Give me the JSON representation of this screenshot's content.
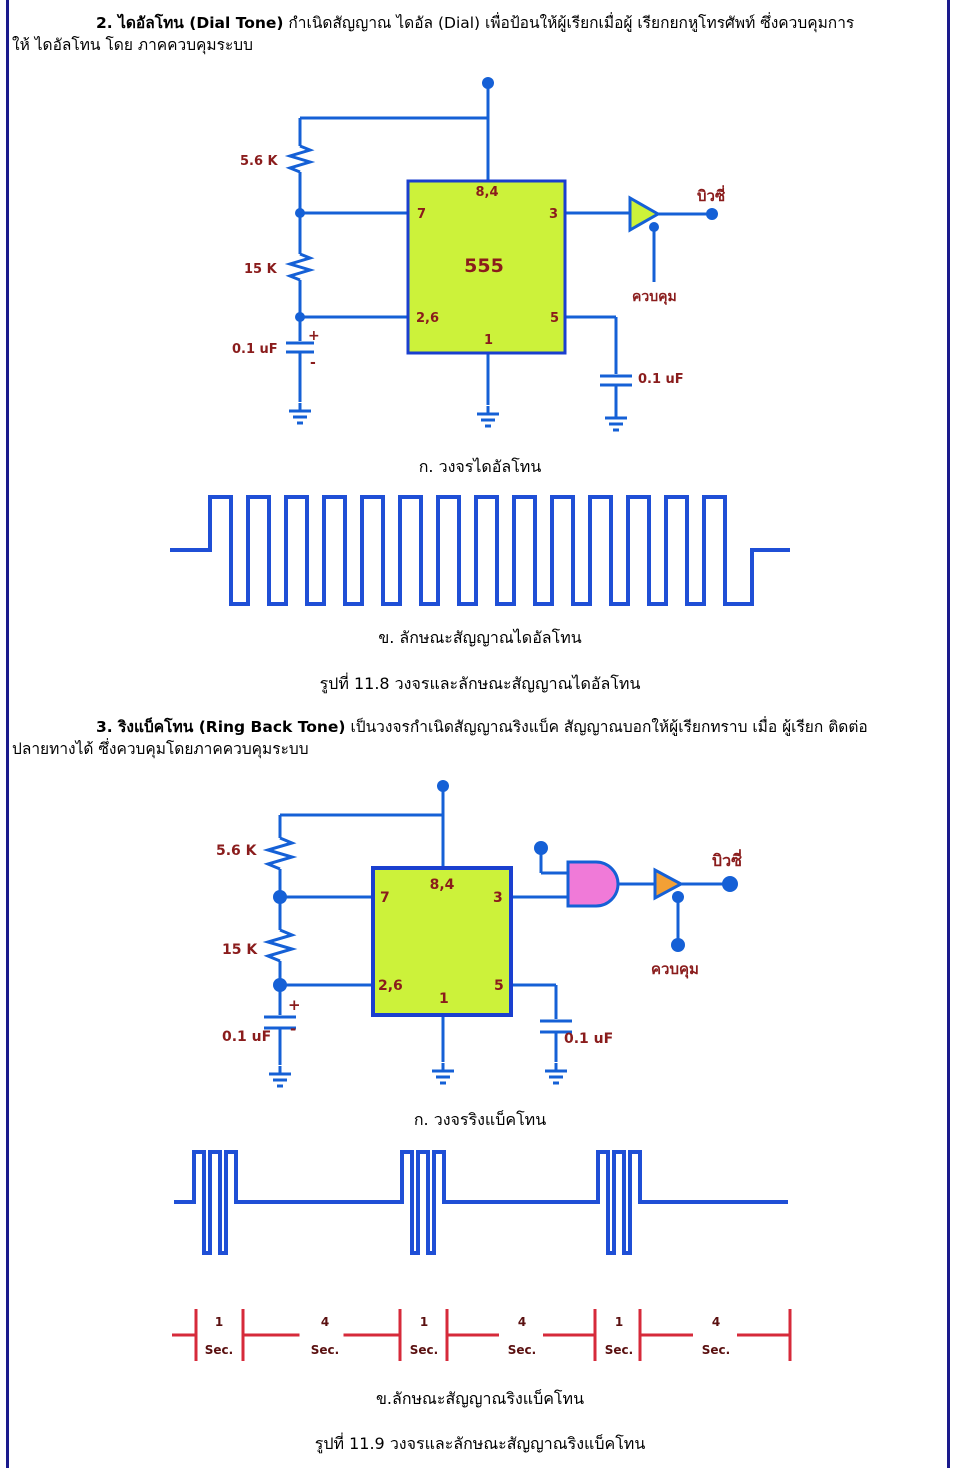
{
  "section2": {
    "heading": "2. ไดอัลโทน (Dial Tone)",
    "line1": " กำเนิดสัญญาณ ไดอัล (Dial) เพื่อป้อนให้ผู้เรียกเมื่อผู้ เรียกยกหูโทรศัพท์ ซึ่งควบคุมการ",
    "line2": "ให้ ไดอัลโทน โดย ภาคควบคุมระบบ"
  },
  "fig8": {
    "circuit": {
      "r1": "5.6 K",
      "r2": "15 K",
      "c1": "0.1 uF",
      "c2": "0.1 uF",
      "chip": "555",
      "pin84": "8,4",
      "pin7": "7",
      "pin3": "3",
      "pin26": "2,6",
      "pin5": "5",
      "pin1": "1",
      "plus": "+",
      "minus": "-",
      "output": "บิวซี่",
      "control": "ควบคุม"
    },
    "cap_a": "ก. วงจรไดอัลโทน",
    "cap_b": "ข. ลักษณะสัญญาณไดอัลโทน",
    "title": "รูปที่ 11.8 วงจรและลักษณะสัญญาณไดอัลโทน"
  },
  "section3": {
    "heading": "3. ริงแบ็คโทน (Ring Back Tone)",
    "line1": " เป็นวงจรกำเนิดสัญญาณริงแบ็ค สัญญาณบอกให้ผู้เรียกทราบ เมื่อ ผู้เรียก ติดต่อ",
    "line2": "ปลายทางได้ ซึ่งควบคุมโดยภาคควบคุมระบบ"
  },
  "fig9": {
    "circuit": {
      "r1": "5.6 K",
      "r2": "15 K",
      "c1": "0.1 uF",
      "c2": "0.1 uF",
      "pin84": "8,4",
      "pin7": "7",
      "pin3": "3",
      "pin26": "2,6",
      "pin5": "5",
      "pin1": "1",
      "plus": "+",
      "minus": "-",
      "output": "บิวซี่",
      "control": "ควบคุม"
    },
    "cap_a": "ก. วงจรริงแบ็คโทน",
    "timing": [
      {
        "n": "1",
        "u": "Sec."
      },
      {
        "n": "4",
        "u": "Sec."
      },
      {
        "n": "1",
        "u": "Sec."
      },
      {
        "n": "4",
        "u": "Sec."
      },
      {
        "n": "1",
        "u": "Sec."
      },
      {
        "n": "4",
        "u": "Sec."
      }
    ],
    "cap_b": "ข.ลักษณะสัญญาณริงแบ็คโทน",
    "title": "รูปที่ 11.9 วงจรและลักษณะสัญญาณริงแบ็คโทน"
  },
  "colors": {
    "wire": "#1560d6",
    "chip": "#ccf23a",
    "chip_border": "#1a3fcf",
    "label": "#8a1c1c",
    "waveform": "#1f4fd6",
    "timing": "#d62a3a",
    "gate": "#f07ad8",
    "buffer": "#f3a035",
    "text_blue": "#0a1aa8"
  }
}
